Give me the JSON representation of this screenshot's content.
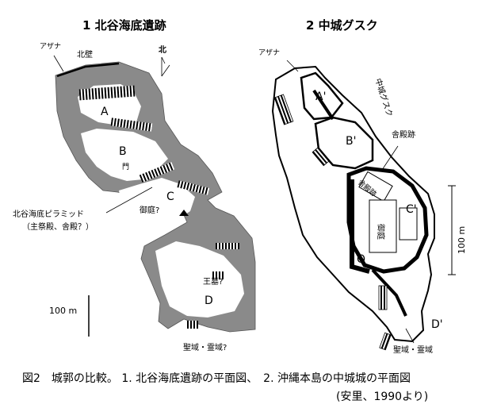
{
  "left_map": {
    "title": "1 北谷海底遺跡",
    "labels": {
      "azana": "アザナ",
      "north_wall": "北壁",
      "north": "北",
      "A": "A",
      "B": "B",
      "gate": "門",
      "C": "C",
      "miniwa": "御庭?",
      "pyramid_title": "北谷海底ピラミッド",
      "pyramid_sub": "（主祭殿、舎殿？）",
      "oubo": "王墓?",
      "D": "D",
      "seiiki": "聖域・霊域?"
    },
    "scale": "100 m"
  },
  "right_map": {
    "title": "2 中城グスク",
    "labels": {
      "azana": "アザナ",
      "name_vertical": "中城グスク",
      "A": "A'",
      "B": "B'",
      "shadenato": "舎殿跡",
      "shaden": "舎殿跡",
      "C": "C'",
      "miniwa": "御庭",
      "Q": "Q",
      "D": "D'",
      "seiiki": "聖域・霊域"
    },
    "scale": "100 m"
  },
  "caption": {
    "line1": "図2　城郭の比較。 1. 北谷海底遺跡の平面図、　2. 沖縄本島の中城城の平面図",
    "line2": "(安里、1990より)"
  }
}
